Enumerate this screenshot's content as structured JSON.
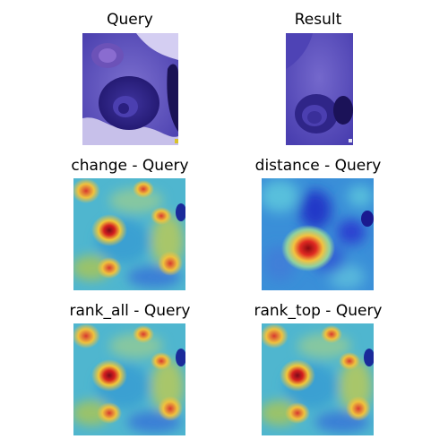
{
  "panels": {
    "query": {
      "title": "Query"
    },
    "result": {
      "title": "Result"
    },
    "change": {
      "title": "change - Query"
    },
    "distance": {
      "title": "distance - Query"
    },
    "rank_all": {
      "title": "rank_all - Query"
    },
    "rank_top": {
      "title": "rank_top - Query"
    }
  },
  "colors": {
    "stain_dark": "#2b1f8a",
    "stain_mid": "#5a4fc0",
    "stain_light": "#b9b2e6",
    "heat_red": "#c81e1e",
    "heat_yellow": "#f2d43c",
    "heat_cyan": "#39b4d8",
    "heat_blue": "#1e3fd0"
  }
}
